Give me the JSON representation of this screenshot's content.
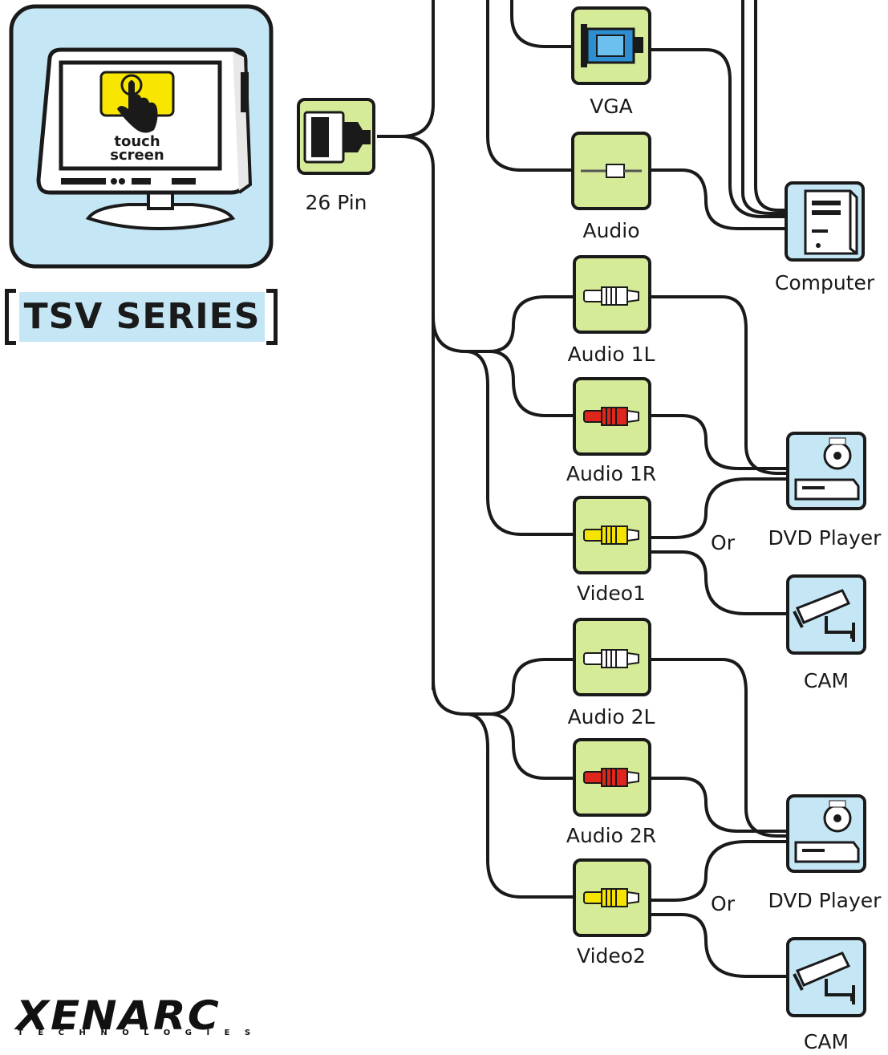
{
  "monitor": {
    "touch_line1": "touch",
    "touch_line2": "screen"
  },
  "series_title": "TSV  SERIES",
  "connector": {
    "label": "26 Pin"
  },
  "ports": [
    {
      "id": "vga",
      "label": "VGA"
    },
    {
      "id": "audio",
      "label": "Audio"
    },
    {
      "id": "audio-1l",
      "label": "Audio 1L",
      "plug_color": "#ffffff"
    },
    {
      "id": "audio-1r",
      "label": "Audio 1R",
      "plug_color": "#e0261c"
    },
    {
      "id": "video1",
      "label": "Video1",
      "plug_color": "#f5e400"
    },
    {
      "id": "audio-2l",
      "label": "Audio 2L",
      "plug_color": "#ffffff"
    },
    {
      "id": "audio-2r",
      "label": "Audio 2R",
      "plug_color": "#e0261c"
    },
    {
      "id": "video2",
      "label": "Video2",
      "plug_color": "#f5e400"
    }
  ],
  "devices": [
    {
      "id": "computer",
      "label": "Computer"
    },
    {
      "id": "dvd-1",
      "label": "DVD Player"
    },
    {
      "id": "cam-1",
      "label": "CAM"
    },
    {
      "id": "dvd-2",
      "label": "DVD Player"
    },
    {
      "id": "cam-2",
      "label": "CAM"
    }
  ],
  "or_labels": [
    "Or",
    "Or"
  ],
  "brand": {
    "name": "XENARC",
    "tagline": "TECHNOLOGIES"
  },
  "colors": {
    "port_fill": "#d6eb98",
    "device_fill": "#c4e6f5",
    "line": "#1a1a1a"
  }
}
